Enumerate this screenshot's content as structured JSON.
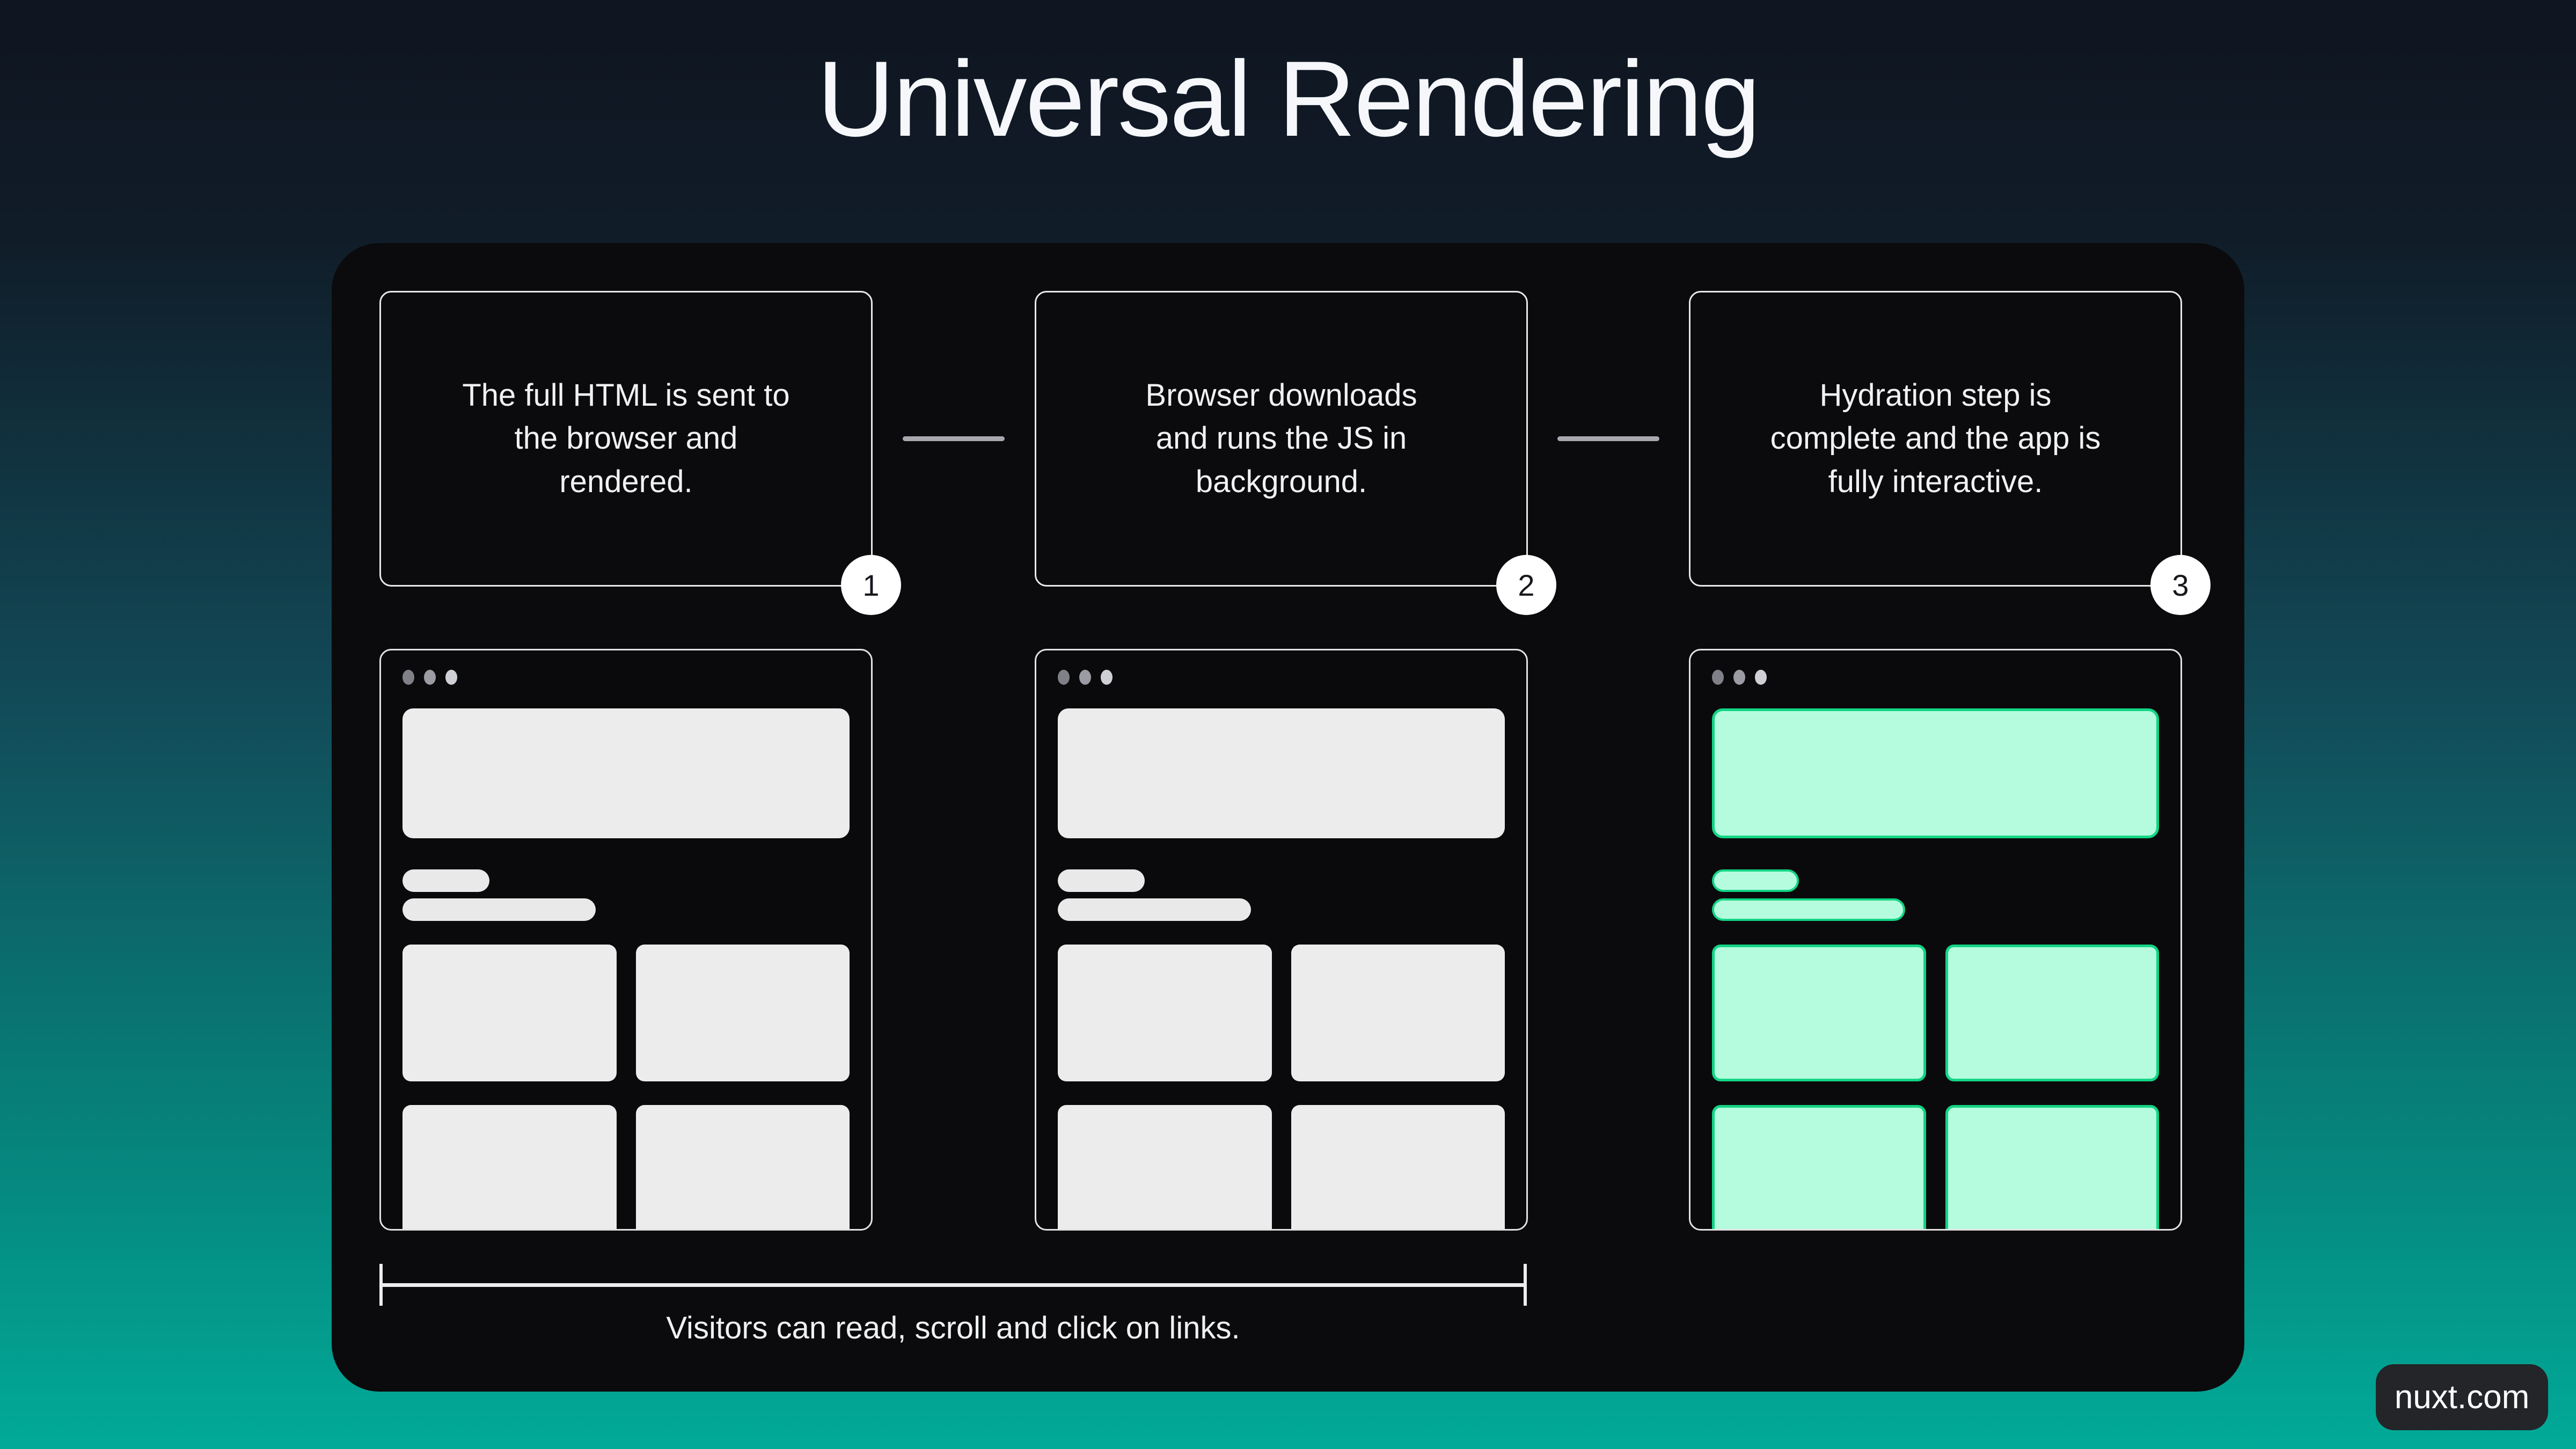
{
  "page": {
    "title": "Universal Rendering",
    "watermark": "nuxt.com"
  },
  "colors": {
    "accent_green": "#12d584",
    "mint_fill": "#b5fcdf",
    "skeleton_gray": "#ececec",
    "panel_black": "#0b0b0d",
    "bg_gradient_top": "#0f1521",
    "bg_gradient_mid": "#124a58",
    "bg_gradient_bottom": "#01aa98"
  },
  "steps": [
    {
      "number": "1",
      "text": "The full HTML is sent to\nthe browser and\nrendered."
    },
    {
      "number": "2",
      "text": "Browser downloads\nand runs the JS in\nbackground."
    },
    {
      "number": "3",
      "text": "Hydration step is\ncomplete and the app is\nfully interactive."
    }
  ],
  "ruler": {
    "caption": "Visitors can read, scroll and click on links."
  }
}
